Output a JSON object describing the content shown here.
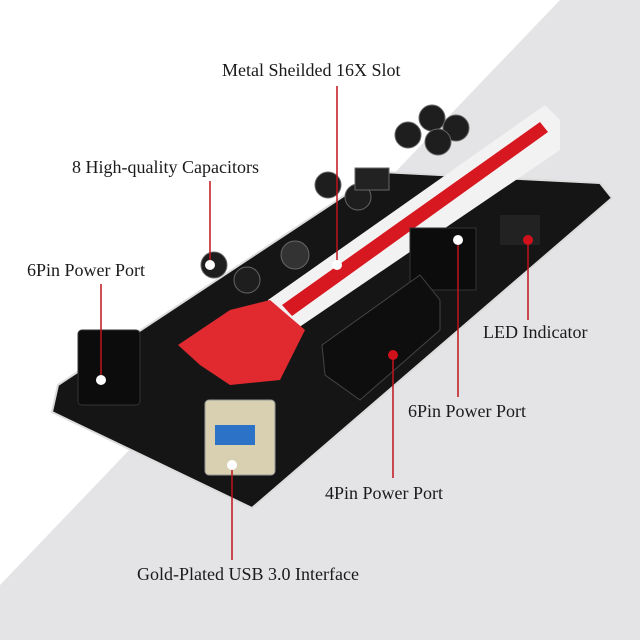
{
  "colors": {
    "callout_line": "#c0141c",
    "board": "#151515",
    "slot": "#d81820",
    "background_panel": "#e4e4e6"
  },
  "callouts": {
    "slot": "Metal Sheilded 16X Slot",
    "capacitors": "8 High-quality Capacitors",
    "power_6pin_left": "6Pin Power Port",
    "led": "LED Indicator",
    "power_6pin_right": "6Pin Power Port",
    "power_4pin": "4Pin Power Port",
    "usb": "Gold-Plated USB 3.0 Interface"
  }
}
